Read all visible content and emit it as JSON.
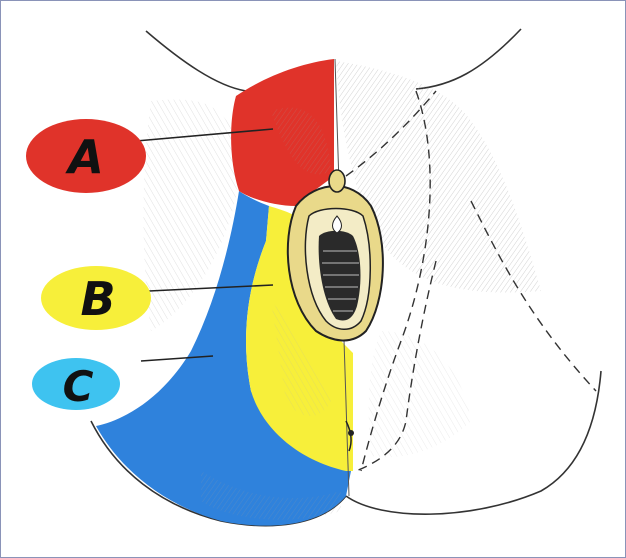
{
  "diagram": {
    "labels": [
      {
        "id": "a",
        "text": "A",
        "color": "#e0332a"
      },
      {
        "id": "b",
        "text": "B",
        "color": "#f7ef3a"
      },
      {
        "id": "c",
        "text": "C",
        "color": "#3ec3f0"
      }
    ],
    "region_colors": {
      "a_region": "#e0332a",
      "b_region": "#f7ef3a",
      "c_region": "#2f82dc",
      "outline": "#222222",
      "sketch": "#555555"
    }
  }
}
